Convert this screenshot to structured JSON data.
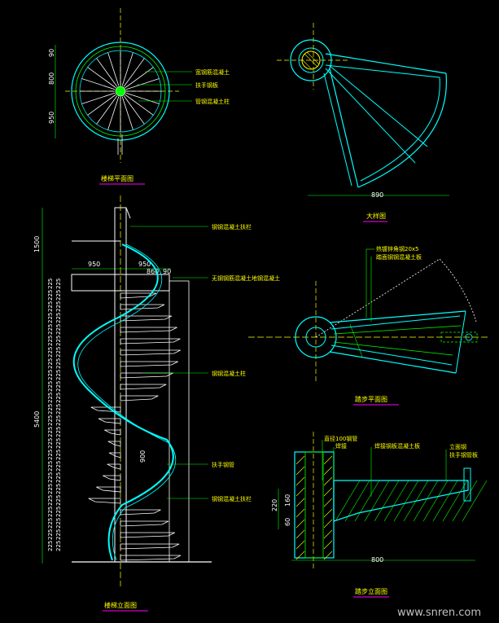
{
  "titles": {
    "plan": "楼梯平面图",
    "big_view": "大样图",
    "step_plan": "踏步平面图",
    "elevation": "楼梯立面图",
    "step_section": "踏步立面图"
  },
  "plan_view": {
    "labels": [
      "宽钢筋混凝土",
      "扶手钢板",
      "管钢混凝土柱"
    ],
    "dims": [
      "90",
      "800",
      "950"
    ]
  },
  "big_view": {
    "dims": [
      "890"
    ]
  },
  "elevation_view": {
    "labels": [
      "钢钢混凝土扶栏",
      "无钢钢筋混凝土地钢混凝土",
      "钢钢混凝土柱",
      "扶手钢管",
      "钢钢混凝土扶栏"
    ],
    "dims_top": [
      "950",
      "950",
      "860",
      "90"
    ],
    "dims_left": [
      "1500",
      "5400"
    ],
    "dim_mid": "900",
    "riser": "225"
  },
  "step_plan_view": {
    "labels": [
      "热镀锌角钢20x5",
      "踏面钢钢混凝土板"
    ]
  },
  "step_section_view": {
    "labels": [
      "直径100钢管",
      "焊接",
      "焊接钢板混凝土板",
      "立面钢",
      "扶手钢管板"
    ],
    "dims": [
      "800",
      "220",
      "160",
      "60"
    ]
  },
  "watermark": "www.snren.com",
  "colors": {
    "line": "#00ffff",
    "green": "#00ff00",
    "yellow": "#ffff00",
    "magenta": "#ff00ff",
    "white": "#ffffff"
  }
}
